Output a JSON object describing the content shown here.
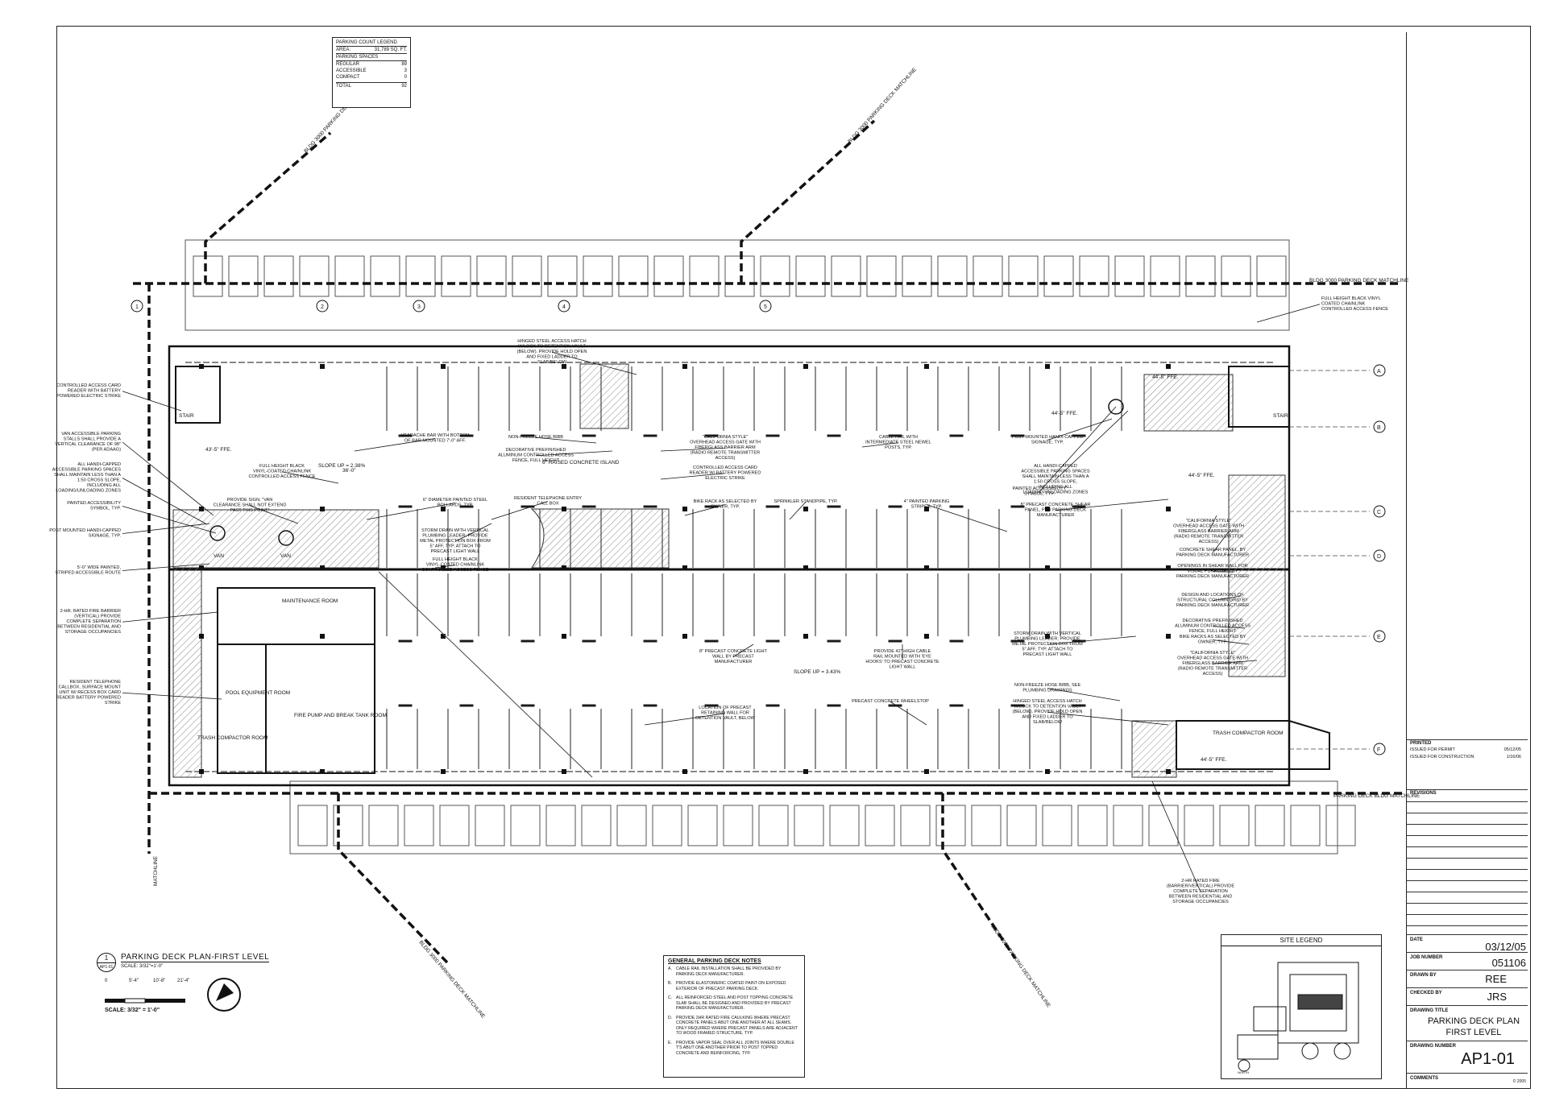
{
  "parking_count": {
    "title": "PARKING COUNT LEGEND",
    "area_label": "AREA:",
    "area_value": "31,789 SQ. FT.",
    "spaces_title": "PARKING SPACES",
    "rows": [
      {
        "label": "REGULAR",
        "value": "89"
      },
      {
        "label": "ACCESSIBLE",
        "value": "3"
      },
      {
        "label": "COMPACT",
        "value": "0"
      }
    ],
    "total_label": "TOTAL",
    "total_value": "92"
  },
  "plan_title": {
    "number": "1",
    "sheet_ref": "AP1-01",
    "title": "PARKING DECK PLAN-FIRST LEVEL",
    "scale_note": "SCALE: 3/32\"=1'-0\"",
    "scale_bar_ticks": [
      "0",
      "5'-4\"",
      "10'-8\"",
      "21'-4\""
    ],
    "scale_text": "SCALE: 3/32\" = 1'-0\""
  },
  "notes": {
    "title": "GENERAL PARKING DECK NOTES",
    "items": [
      {
        "letter": "A.",
        "text": "CABLE RAIL INSTALLATION SHALL BE PROVIDED BY PARKING DECK MANUFACTURER."
      },
      {
        "letter": "B.",
        "text": "PROVIDE ELASTOMERIC COATED PAINT ON EXPOSED EXTERIOR OF PRECAST PARKING DECK."
      },
      {
        "letter": "C.",
        "text": "ALL REINFORCED STEEL AND POST TOPPING CONCRETE SLAB SHALL BE DESIGNED AND PROVIDED BY PRECAST PARKING DECK MANUFACTURER."
      },
      {
        "letter": "D.",
        "text": "PROVIDE 2HR RATED FIRE CAULKING WHERE PRECAST CONCRETE PANELS ABUT ONE ANOTHER AT ALL SEAMS. ONLY REQUIRED WHERE PRECAST PANELS ARE ADJACENT TO WOOD FRAMED STRUCTURE, TYP."
      },
      {
        "letter": "E.",
        "text": "PROVIDE VAPOR SEAL OVER ALL JOINTS WHERE DOUBLE T'S ABUT ONE ANOTHER PRIOR TO POST TOPPED CONCRETE AND REINFORCING, TYP."
      }
    ]
  },
  "site_legend": {
    "title": "SITE LEGEND",
    "north": "NORTH"
  },
  "title_block": {
    "printed_label": "PRINTED",
    "issued": [
      {
        "label": "ISSUED FOR PERMIT",
        "date": "05/12/05"
      },
      {
        "label": "ISSUED FOR CONSTRUCTION",
        "date": "1/16/06"
      }
    ],
    "revisions_label": "REVISIONS",
    "date_label": "DATE",
    "date_value": "03/12/05",
    "job_label": "JOB NUMBER",
    "job_value": "051106",
    "drawn_label": "DRAWN BY",
    "drawn_value": "REE",
    "checked_label": "CHECKED BY",
    "checked_value": "JRS",
    "drawing_title_label": "DRAWING TITLE",
    "drawing_title_1": "PARKING DECK PLAN",
    "drawing_title_2": "FIRST LEVEL",
    "drawing_number_label": "DRAWING NUMBER",
    "drawing_number": "AP1-01",
    "comments_label": "COMMENTS",
    "copyright": "© 2005"
  },
  "matchlines": {
    "bldg_a": "BLDG 3000 PARKING DECK MATCHLINE",
    "bldg_b": "BLDG 3000 PARKING DECK MATCHLINE",
    "right_top": "BLDG 3000 PARKING DECK MATCHLINE",
    "right_bottom": "PARKING DECK BLDG MATCHLINE",
    "matchline": "MATCHLINE",
    "bottom_left": "BLDG 3000 PARKING DECK MATCHLINE",
    "bottom_right": "BLDG 3000 PARKING DECK MATCHLINE"
  },
  "rooms": {
    "maintenance": "MAINTENANCE ROOM",
    "pool": "POOL EQUIPMENT ROOM",
    "trash_left": "TRASH COMPACTOR ROOM",
    "trash_right": "TRASH COMPACTOR ROOM",
    "fire_pump": "FIRE PUMP AND BREAK TANK ROOM",
    "stair_left": "STAIR",
    "stair_right": "STAIR",
    "van1": "VAN",
    "van2": "VAN"
  },
  "dimensions": {
    "slope_top": "SLOPE UP = 2.38%",
    "slope_mid": "SLOPE UP = 3.43%",
    "ffe_top_left": "43'-5\" FFE.",
    "ffe_right_1": "44'-5\" FFE.",
    "ffe_right_2": "44'-5\" FFE.",
    "ffe_right_3": "44'-5\" FFE.",
    "ffe_island": "6\" RAISED CONCRETE ISLAND",
    "ffe_mid": "44'-5\" FFE.",
    "dim_36": "36'-0\""
  },
  "callouts_left": [
    "CONTROLLED ACCESS CARD READER WITH BATTERY POWERED ELECTRIC STRIKE",
    "VAN ACCESSIBLE PARKING STALLS SHALL PROVIDE A VERTICAL CLEARANCE OF 98\" (PER ADAAG)",
    "ALL HANDI-CAPPED ACCESSIBLE PARKING SPACES SHALL MAINTAIN LESS THAN A 1:50 CROSS SLOPE, INCLUDING ALL LOADING/UNLOADING ZONES",
    "PAINTED ACCESSIBILITY SYMBOL, TYP.",
    "POST MOUNTED HANDI-CAPPED SIGNAGE, TYP.",
    "5'-0\" WIDE PAINTED, STRIPED ACCESSIBLE ROUTE",
    "2-HR. RATED FIRE BARRIER (VERTICAL) PROVIDE COMPLETE SEPARATION BETWEEN RESIDENTIAL AND STORAGE OCCUPANCIES",
    "RESIDENT TELEPHONE CALLBOX, SURFACE MOUNT UNIT W/ RECESS BOX CARD READER BATTERY POWERED STRIKE"
  ],
  "callouts_center": [
    "HINGED STEEL ACCESS HATCH W/LOCK TO DETENTION VAULT (BELOW). PROVIDE HOLD OPEN AND FIXED LADDER TO SLAB/BELOW",
    "NON-FREEZE HOSE BIBB",
    "DECORATIVE PREFINISHED ALUMINUM CONTROLLED ACCESS FENCE, FULL HEIGHT",
    "HEADACHE BAR WITH BOTTOM OF BAR MOUNTED 7'-0\" AFF.",
    "FULL HEIGHT BLACK VINYL-COATED CHAINLINK CONTROLLED ACCESS FENCE",
    "PROVIDE SIGN, \"VAN CLEARANCE SHALL NOT EXTEND PAST THIS POINT\"",
    "6\" DIAMETER PAINTED STEEL BOLLARDS, TYP.",
    "STORM DRAIN WITH VERTICAL PLUMBING LEADER; PROVIDE METAL PROTECTION BOX FROM 5\" AFF, TYP. ATTACH TO PRECAST LIGHT WALL",
    "FULL HEIGHT BLACK VINYL-COATED CHAINLINK CONTROLLED ACCESS FENCE",
    "RESIDENT TELEPHONE ENTRY CALL BOX",
    "\"CALIFORNIA STYLE\" OVERHEAD ACCESS GATE WITH FIBERGLASS BARRIER ARM (RADIO REMOTE TRANSMITTER ACCESS)",
    "CONTROLLED ACCESS CARD READER W/ BATTERY POWERED ELECTRIC STRIKE",
    "BIKE RACK AS SELECTED BY OWNER, TYP.",
    "SPRINKLER STANDPIPE, TYP.",
    "4\" PAINTED PARKING STRIPES, TYP.",
    "CABLE RAIL WITH INTERMEDIATE STEEL NEWEL POSTS, TYP.",
    "8\" PRECAST CONCRETE LIGHT WALL BY PRECAST MANUFACTURER",
    "PROVIDE 42\" HIGH CABLE RAIL MOUNTED WITH 'EYE HOOKS' TO PRECAST CONCRETE LIGHT WALL",
    "LOCATION OF PRECAST RETAINING WALL FOR DETENTION VAULT, BELOW",
    "PRECAST CONCRETE WHEELSTOP"
  ],
  "callouts_right": [
    "FULL HEIGHT BLACK VINYL COATED CHAINLINK CONTROLLED ACCESS FENCE",
    "POST MOUNTED HANDI-CAPPED SIGNAGE, TYP.",
    "ALL HANDI-CAPPED ACCESSIBLE PARKING SPACES SHALL MAINTAIN LESS THAN A 1:50 CROSS SLOPE, INCLUDING ALL LOADING/UNLOADING ZONES",
    "PAINTED ACCESSIBILITY SYMBOL, TYP.",
    "8\" PRECAST CONCRETE SHEAR PANEL, PER PARKING DECK MANUFACTURER",
    "\"CALIFORNIA STYLE\" OVERHEAD ACCESS GATE WITH FIBERGLASS BARRIER ARM (RADIO REMOTE TRANSMITTER ACCESS)",
    "CONCRETE SHEAR PANEL, BY PARKING DECK MANUFACTURER",
    "OPENINGS IN SHEAR WALL FOR VISUAL PURPOSES, BY PARKING DECK MANUFACTURER",
    "DESIGN AND LOCATIONS OF STRUCTURAL COLUMN GRID BY PARKING DECK MANUFACTURER",
    "DECORATIVE PREFINISHED ALUMINUM CONTROLLED ACCESS FENCE, FULL HEIGHT",
    "BIKE RACKS AS SELECTED BY OWNER, TYP.",
    "\"CALIFORNIA STYLE\" OVERHEAD ACCESS GATE WITH FIBERGLASS BARRIER ARM (RADIO REMOTE TRANSMITTER ACCESS)",
    "STORM DRAIN WITH VERTICAL PLUMBING LEADER; PROVIDE METAL PROTECTION BOX FROM 5\" AFF, TYP. ATTACH TO PRECAST LIGHT WALL",
    "NON-FREEZE HOSE BIBB, SEE PLUMBING DRAWINGS",
    "HINGED STEEL ACCESS HATCH W/LOCK TO DETENTION VAULT (BELOW). PROVIDE HOLD OPEN AND FIXED LADDER TO SLAB/BELOW",
    "2-HR RATED FIRE (BARRIER/VERTICAL) PROVIDE COMPLETE SEPARATION BETWEEN RESIDENTIAL AND STORAGE OCCUPANCIES"
  ],
  "grid": {
    "rows": [
      "A",
      "B",
      "C",
      "D",
      "E",
      "F"
    ],
    "cols": [
      "1",
      "2",
      "3",
      "4",
      "5"
    ]
  },
  "colors": {
    "line": "#111111",
    "hatch": "#9a9a9a",
    "paper": "#ffffff"
  }
}
